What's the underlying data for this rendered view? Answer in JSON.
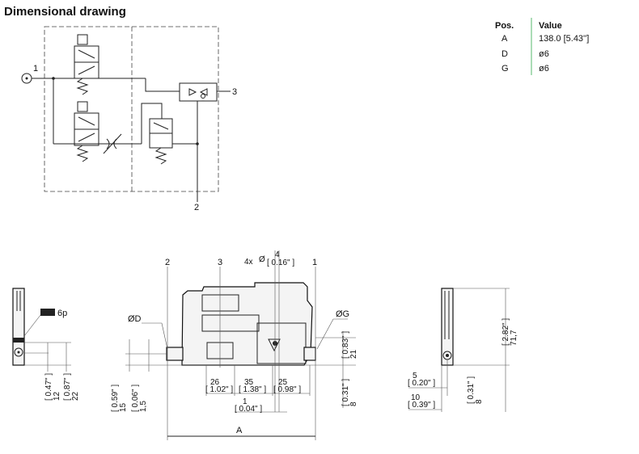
{
  "title": "Dimensional drawing",
  "schematic": {
    "port_1": "1",
    "port_2": "2",
    "port_3": "3"
  },
  "table": {
    "headers": {
      "pos": "Pos.",
      "value": "Value"
    },
    "rows": [
      {
        "pos": "A",
        "value": "138.0 [5.43'']"
      },
      {
        "pos": "D",
        "value": "ø6"
      },
      {
        "pos": "G",
        "value": "ø6"
      }
    ],
    "divider_color": "#8fd19e"
  },
  "side_view": {
    "connector": "6p",
    "dim_12": "12",
    "dim_12_in": "[ 0.47\" ]",
    "dim_22": "22",
    "dim_22_in": "[ 0.87\" ]"
  },
  "front_view": {
    "label_2": "2",
    "label_3": "3",
    "label_1": "1",
    "hole_count": "4x",
    "hole_symbol": "Ø",
    "hole_dia": "4",
    "hole_dia_in": "[ 0.16\" ]",
    "dia_d": "ØD",
    "dia_g": "ØG",
    "dim_15": "15",
    "dim_15_in": "[ 0.59\" ]",
    "dim_1_5": "1,5",
    "dim_1_5_in": "[ 0.06\" ]",
    "dim_26": "26",
    "dim_26_in": "[ 1.02\" ]",
    "dim_35": "35",
    "dim_35_in": "[ 1.38\" ]",
    "dim_25": "25",
    "dim_25_in": "[ 0.98\" ]",
    "dim_1": "1",
    "dim_1_in": "[ 0.04\" ]",
    "dim_21": "21",
    "dim_21_in": "[ 0.83\" ]",
    "dim_8": "8",
    "dim_8_in": "[ 0.31\" ]",
    "dim_a": "A"
  },
  "right_view": {
    "dim_71_7": "71,7",
    "dim_71_7_in": "[ 2.82\" ]",
    "dim_5": "5",
    "dim_5_in": "[ 0.20\" ]",
    "dim_10": "10",
    "dim_10_in": "[ 0.39\" ]",
    "dim_8": "8",
    "dim_8_in": "[ 0.31\" ]"
  }
}
